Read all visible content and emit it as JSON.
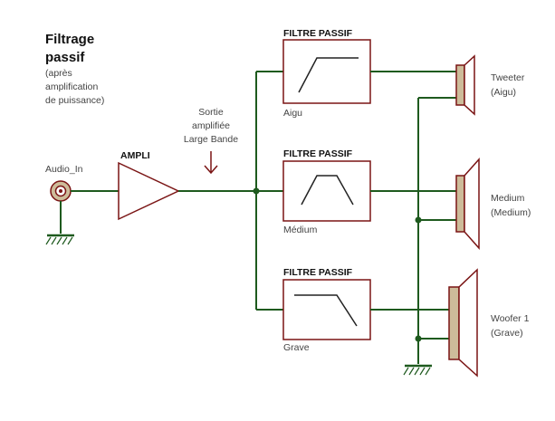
{
  "title": {
    "line1": "Filtrage",
    "line2": "passif",
    "sub1": "(après",
    "sub2": "amplification",
    "sub3": "de puissance)"
  },
  "input": {
    "label": "Audio_In"
  },
  "amp": {
    "label": "AMPLI"
  },
  "output_note": {
    "line1": "Sortie",
    "line2": "amplifiée",
    "line3": "Large Bande",
    "arrow": "↓"
  },
  "filters": [
    {
      "header": "FILTRE PASSIF",
      "label": "Aigu"
    },
    {
      "header": "FILTRE PASSIF",
      "label": "Médium"
    },
    {
      "header": "FILTRE PASSIF",
      "label": "Grave"
    }
  ],
  "speakers": [
    {
      "name": "Tweeter",
      "band": "(Aigu)"
    },
    {
      "name": "Medium",
      "band": "(Medium)"
    },
    {
      "name": "Woofer 1",
      "band": "(Grave)"
    }
  ],
  "colors": {
    "wire": "#1e5a1e",
    "component": "#7a1414",
    "speaker_fill": "#cdbc9a"
  }
}
